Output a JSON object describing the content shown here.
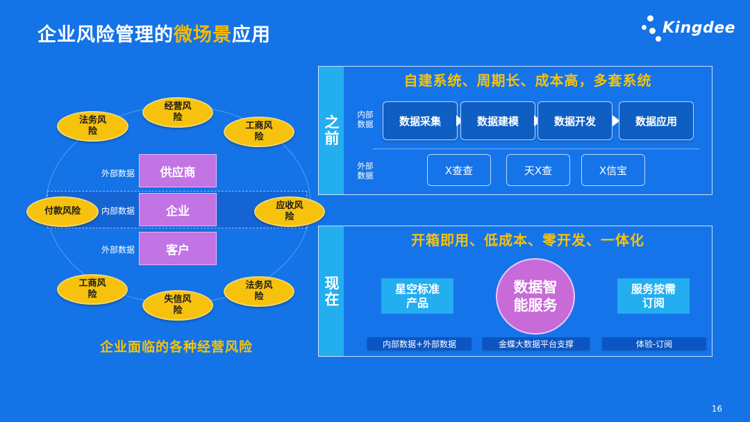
{
  "title": {
    "part1": "企业风险管理的",
    "highlight": "微场景",
    "part2": "应用"
  },
  "logo": {
    "text": "Kingdee"
  },
  "left": {
    "risks": {
      "legal_top": "法务风险",
      "operation": "经营风险",
      "business_top": "工商风险",
      "payment": "付款风险",
      "receivable": "应收风险",
      "business_bottom": "工商风险",
      "credit": "失信风险",
      "legal_bottom": "法务风险"
    },
    "entities": {
      "supplier": "供应商",
      "enterprise": "企业",
      "customer": "客户"
    },
    "labels": {
      "external_top": "外部数据",
      "internal": "内部数据",
      "external_bottom": "外部数据"
    },
    "caption": "企业面临的各种经营风险"
  },
  "before": {
    "tab": "之前",
    "heading": "自建系统、周期长、成本高，多套系统",
    "internal_label": "内部数据",
    "external_label": "外部数据",
    "steps": [
      "数据采集",
      "数据建模",
      "数据开发",
      "数据应用"
    ],
    "tools": [
      "X查查",
      "天X查",
      "X信宝"
    ]
  },
  "now": {
    "tab": "现在",
    "heading": "开箱即用、低成本、零开发、一体化",
    "left_feature": "星空标准产品",
    "center_feature": "数据智能服务",
    "right_feature": "服务按需订阅",
    "footers": [
      "内部数据+外部数据",
      "金蝶大数据平台支撑",
      "体验-订阅"
    ]
  },
  "page_number": "16"
}
